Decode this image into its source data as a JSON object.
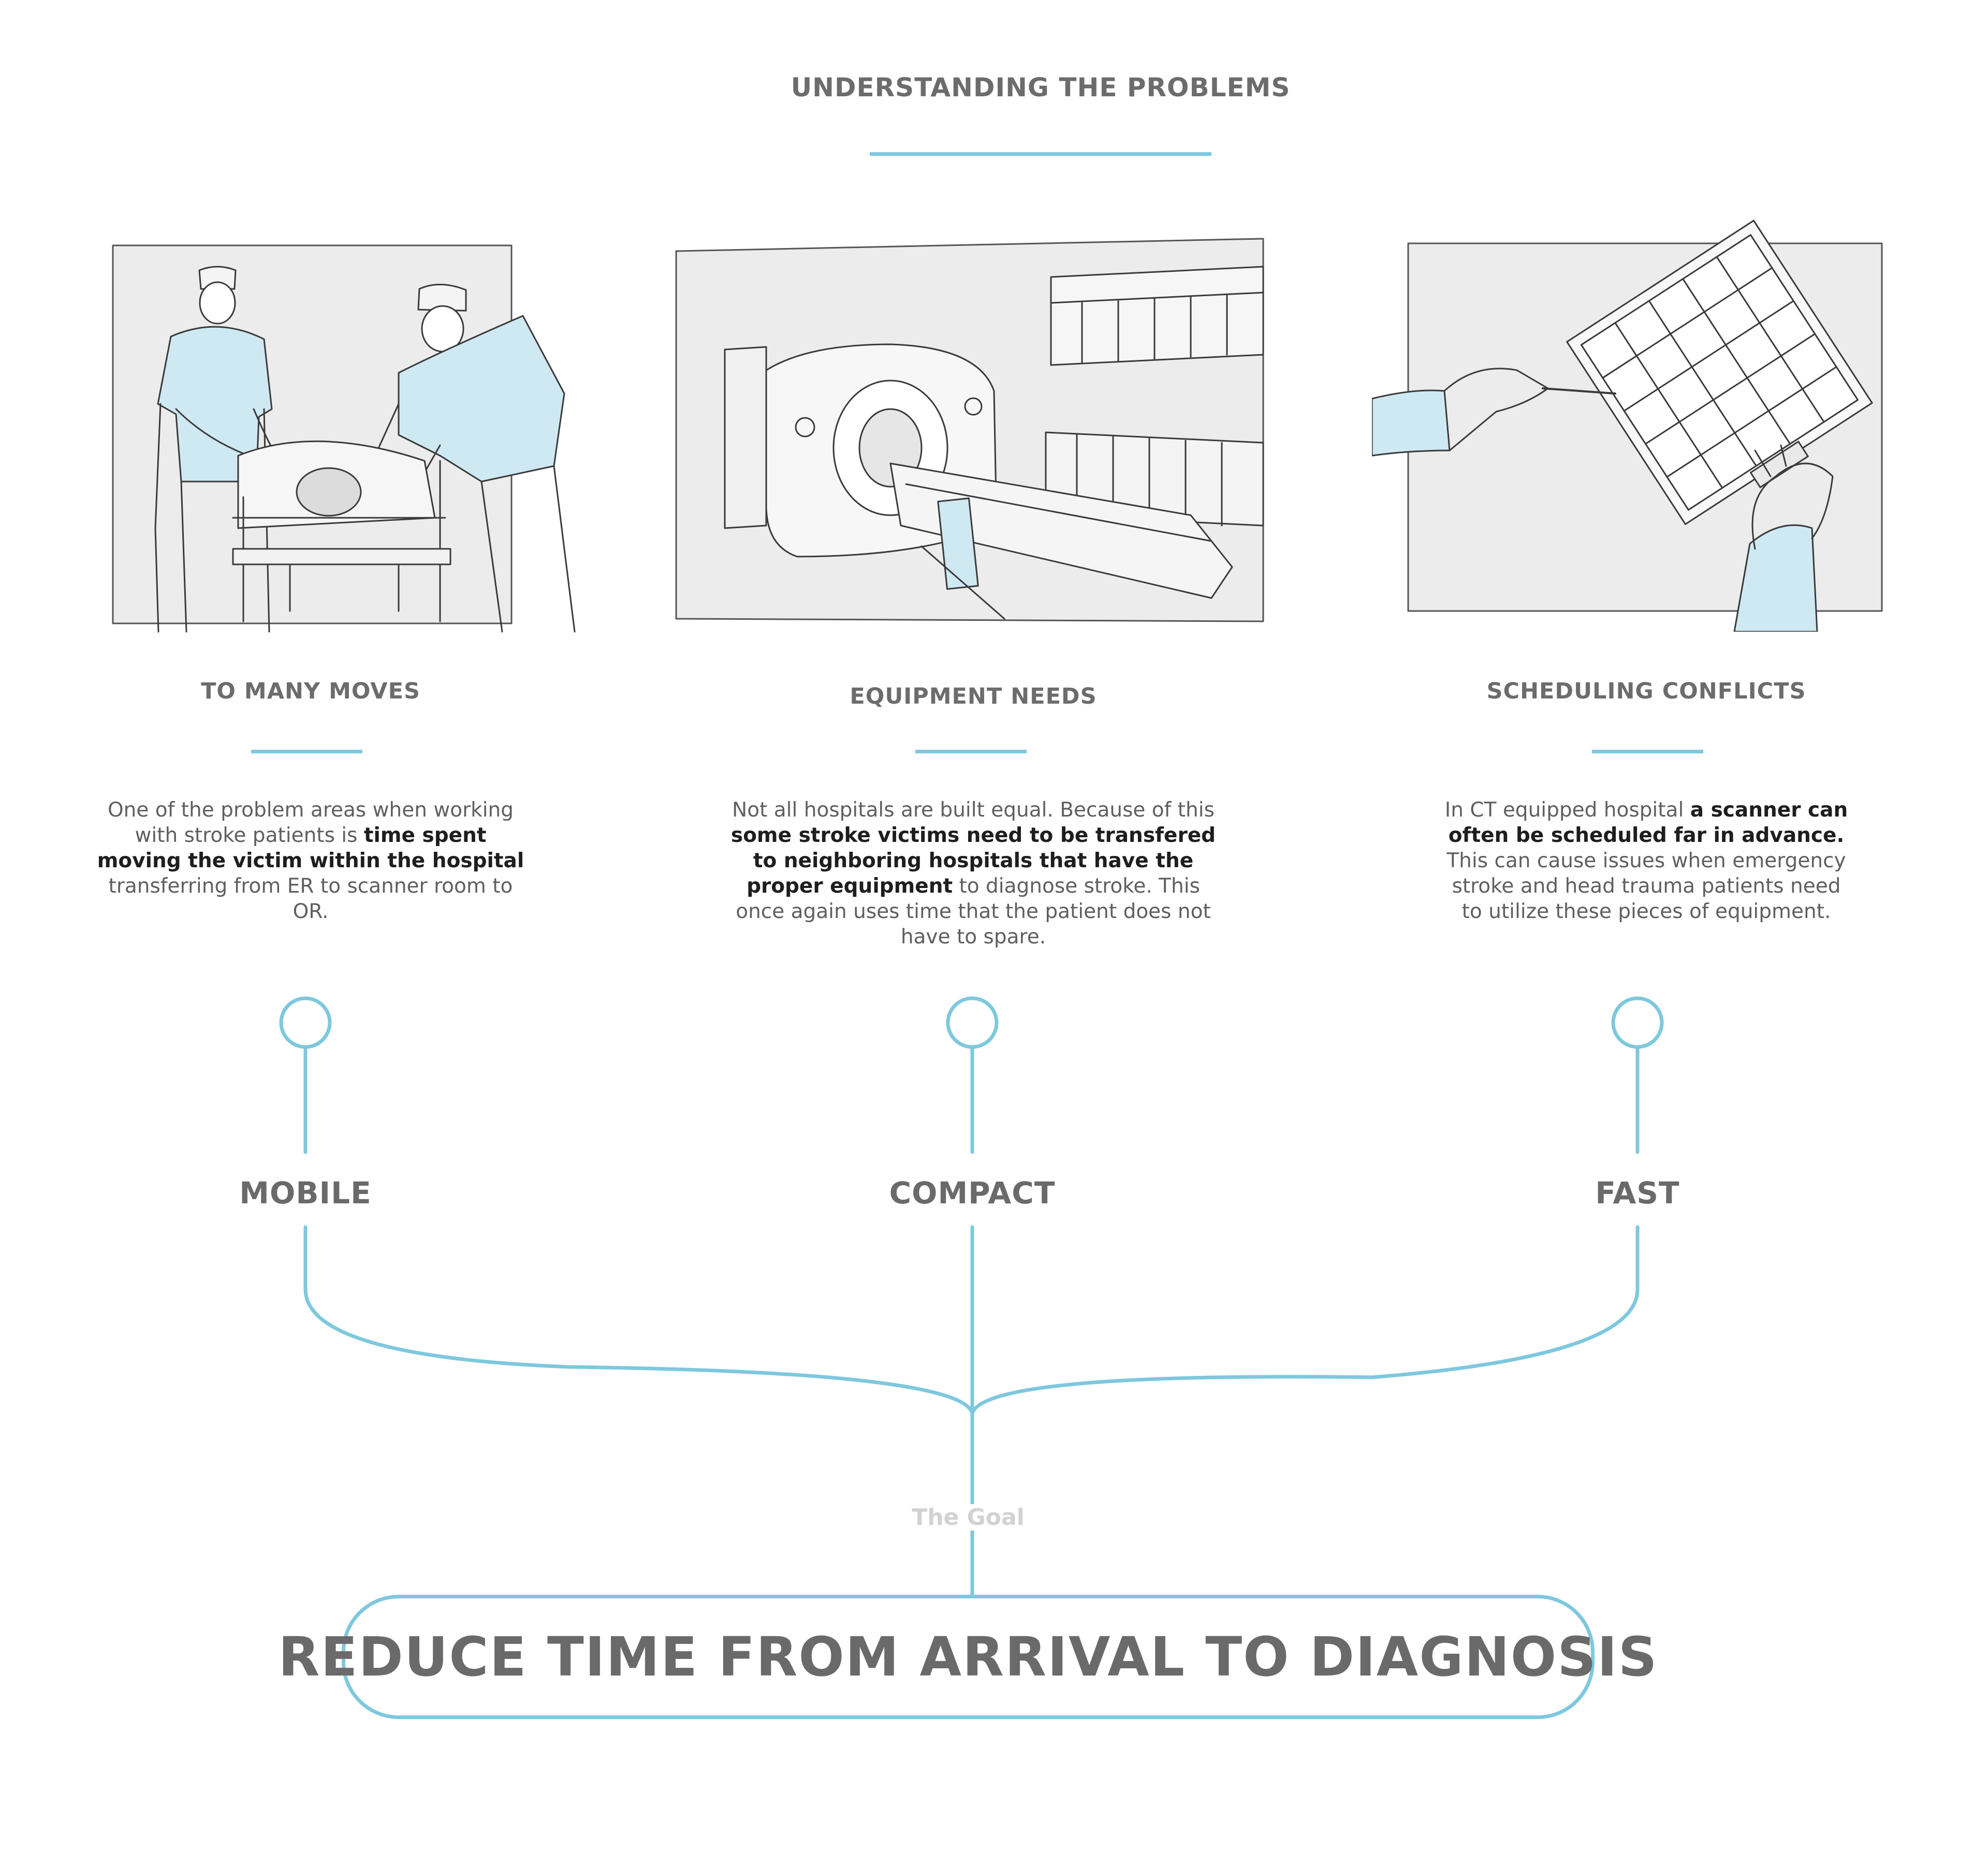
{
  "title": "UNDERSTANDING THE PROBLEMS",
  "problems": [
    {
      "heading": "TO MANY MOVES",
      "illustration": "paramedics-moving-patient-sketch",
      "text": [
        {
          "t": "One of the problem areas when working with stroke patients is ",
          "b": false
        },
        {
          "t": "time spent moving the victim within the hospital",
          "b": true
        },
        {
          "t": " transferring from ER to scanner room to OR.",
          "b": false
        }
      ]
    },
    {
      "heading": "EQUIPMENT NEEDS",
      "illustration": "ct-scanner-room-sketch",
      "text": [
        {
          "t": "Not all hospitals are built equal. Because of this ",
          "b": false
        },
        {
          "t": "some stroke victims need to be transfered to neighboring hospitals that have the proper equipment",
          "b": true
        },
        {
          "t": " to diagnose stroke. This once again uses time that the patient does not have to spare.",
          "b": false
        }
      ]
    },
    {
      "heading": "SCHEDULING CONFLICTS",
      "illustration": "clipboard-calendar-sketch",
      "text": [
        {
          "t": "In CT equipped hospital ",
          "b": false
        },
        {
          "t": "a scanner can often be scheduled far in advance.",
          "b": true
        },
        {
          "t": " This can cause issues when emergency stroke and head trauma patients need to utilize these pieces of equipment.",
          "b": false
        }
      ]
    }
  ],
  "features": [
    "MOBILE",
    "COMPACT",
    "FAST"
  ],
  "goal_label": "The Goal",
  "goal": "REDUCE TIME FROM ARRIVAL TO DIAGNOSIS",
  "colors": {
    "accent": "#7ec8de",
    "text": "#6a6a6a",
    "fill_blue": "#cfe9f3"
  }
}
